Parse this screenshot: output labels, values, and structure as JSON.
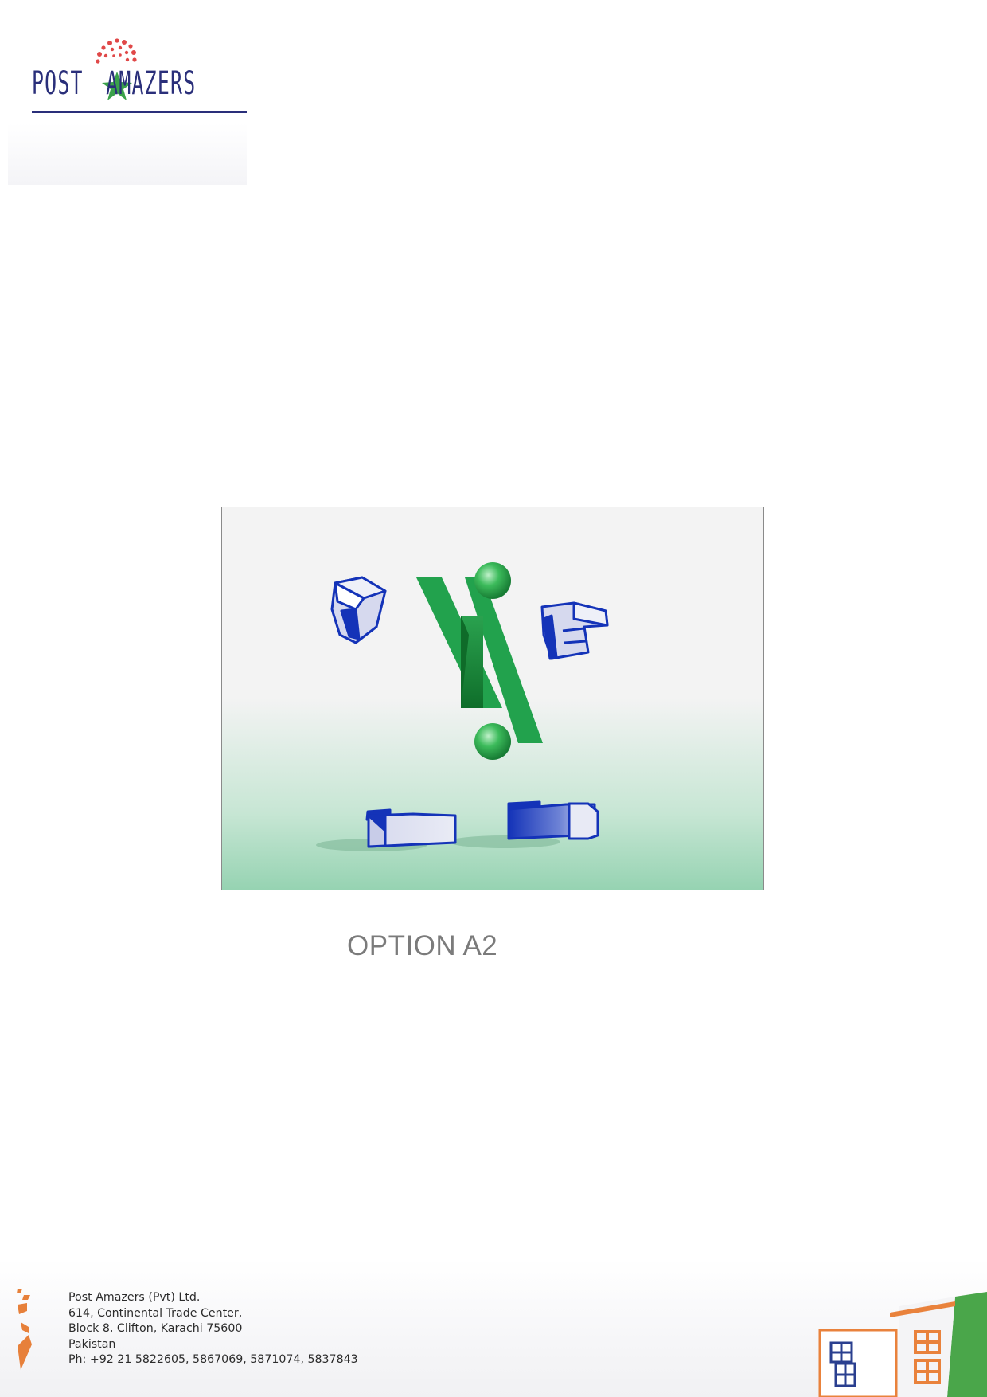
{
  "logo": {
    "left_word": "POST",
    "right_word": "AMAZERS",
    "colors": {
      "text": "#2a2f7a",
      "star": "#3aa14a",
      "dots": "#e03b3b"
    }
  },
  "artboard": {
    "figures": [
      "pointing-hand-left-icon",
      "pointing-hand-right-icon",
      "green-slash-letter-icon",
      "green-dot-top-icon",
      "green-dot-bottom-icon",
      "left-shoe-icon",
      "right-shoe-icon"
    ],
    "colors": {
      "green": "#22a24d",
      "blue": "#1433b8",
      "gradient_bottom": "#96d3b2"
    }
  },
  "caption": "OPTION A2",
  "footer": {
    "address_lines": [
      "Post Amazers (Pvt) Ltd.",
      "614, Continental Trade Center,",
      "Block 8, Clifton, Karachi 75600",
      "Pakistan",
      "Ph:  +92 21 5822605, 5867069, 5871074, 5837843"
    ]
  }
}
